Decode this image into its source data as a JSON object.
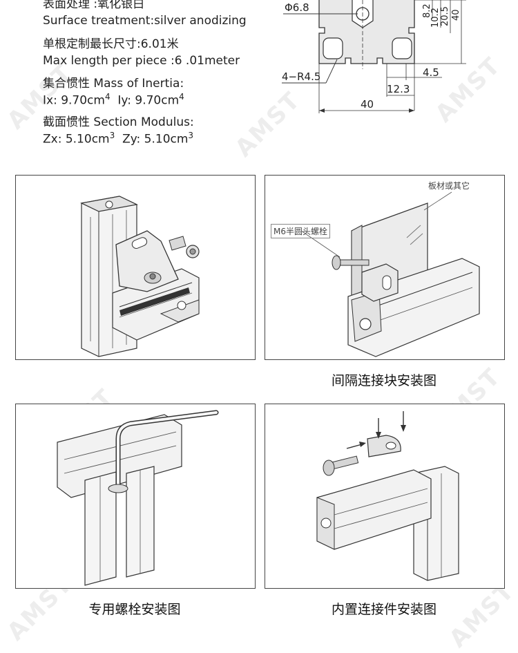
{
  "specs": {
    "line1": "表面处理 :氧化银白",
    "line2": "Surface treatment:silver anodizing",
    "line3": "单根定制最长尺寸:6.01米",
    "line4": "Max length per piece :6 .01meter",
    "line5": "集合惯性 Mass of Inertia:",
    "ix_label": "Ix: 9.70cm",
    "ix_sup": "4",
    "iy_label": "Iy: 9.70cm",
    "iy_sup": "4",
    "line7": "截面惯性 Section Modulus:",
    "zx_label": "Zx: 5.10cm",
    "zx_sup": "3",
    "zy_label": "Zy: 5.10cm",
    "zy_sup": "3"
  },
  "drawing": {
    "phi": "Φ6.8",
    "radius": "4−R4.5",
    "d82": "8.2",
    "d102": "10.2",
    "d205": "20.5",
    "d40v": "40",
    "d45": "4.5",
    "d123": "12.3",
    "d40h": "40"
  },
  "panels": {
    "p2_label_board": "板材或其它",
    "p2_label_bolt": "M6半圆头螺栓"
  },
  "captions": {
    "c2": "间隔连接块安装图",
    "c3": "专用螺栓安装图",
    "c4": "内置连接件安装图"
  },
  "watermark_text": "AMST"
}
